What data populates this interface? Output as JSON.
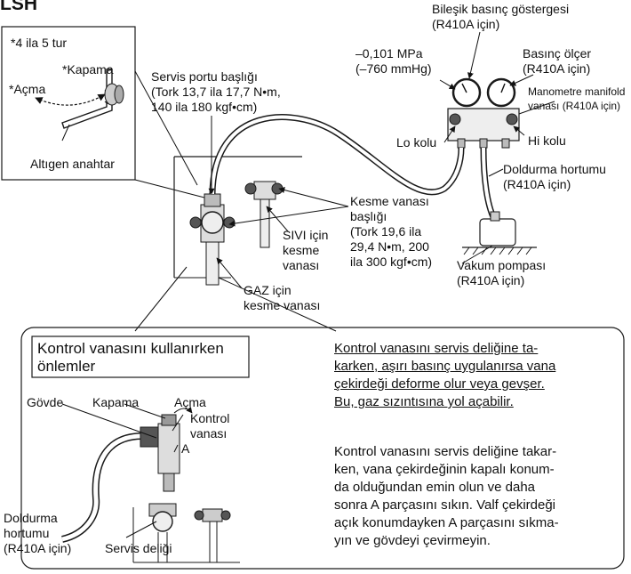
{
  "header_fragment": "LSH",
  "inset_hex_key": {
    "turns": "*4 ila 5 tur",
    "close": "*Kapama",
    "open": "*Açma",
    "hex_wrench": "Altıgen anahtar"
  },
  "labels": {
    "service_port_cap": [
      "Servis portu başlığı",
      "(Tork 13,7 ila 17,7 N•m,",
      "140 ila 180 kgf•cm)"
    ],
    "compound_gauge": [
      "Bileşik basınç göstergesi",
      "(R410A için)"
    ],
    "vacuum_reading": [
      "–0,101 MPa",
      "(–760 mmHg)"
    ],
    "pressure_gauge": [
      "Basınç ölçer",
      "(R410A için)"
    ],
    "manifold_valve": [
      "Manometre manifold",
      "vanası (R410A için)"
    ],
    "lo_handle": "Lo kolu",
    "hi_handle": "Hi kolu",
    "charge_hose": [
      "Doldurma hortumu",
      "(R410A için)"
    ],
    "stop_valve_cap": [
      "Kesme vanası",
      "başlığı",
      "(Tork 19,6 ila",
      "29,4 N•m, 200",
      "ila 300 kgf•cm)"
    ],
    "liquid_stop_valve": [
      "SIVI için",
      "kesme",
      "vanası"
    ],
    "gas_stop_valve": [
      "GAZ için",
      "kesme vanası"
    ],
    "vacuum_pump": [
      "Vakum pompası",
      "(R410A için)"
    ]
  },
  "precautions": {
    "title": [
      "Kontrol vanasını kullanırken",
      "önlemler"
    ],
    "body_label": "Gövde",
    "close_label": "Kapama",
    "open_label": "Açma",
    "control_valve": [
      "Kontrol",
      "vanası"
    ],
    "part_a": "A",
    "charge_hose": [
      "Doldurma",
      "hortumu",
      "(R410A için)"
    ],
    "service_hole": "Servis deliği",
    "warning_lines": [
      "Kontrol vanasını servis deliğine ta-",
      "karken, aşırı basınç uygulanırsa vana",
      "çekirdeği deforme olur veya gevşer.",
      "Bu, gaz sızıntısına yol açabilir."
    ],
    "instruction_lines": [
      "Kontrol vanasını servis deliğine takar-",
      "ken, vana çekirdeğinin kapalı konum-",
      "da olduğundan emin olun ve daha",
      "sonra A parçasını sıkın. Valf çekirdeği",
      "açık konumdayken A parçasını sıkma-",
      "yın ve gövdeyi çevirmeyin."
    ]
  },
  "colors": {
    "line": "#1a1a1a",
    "gray": "#9a9a9a",
    "light": "#dcdcdc"
  }
}
